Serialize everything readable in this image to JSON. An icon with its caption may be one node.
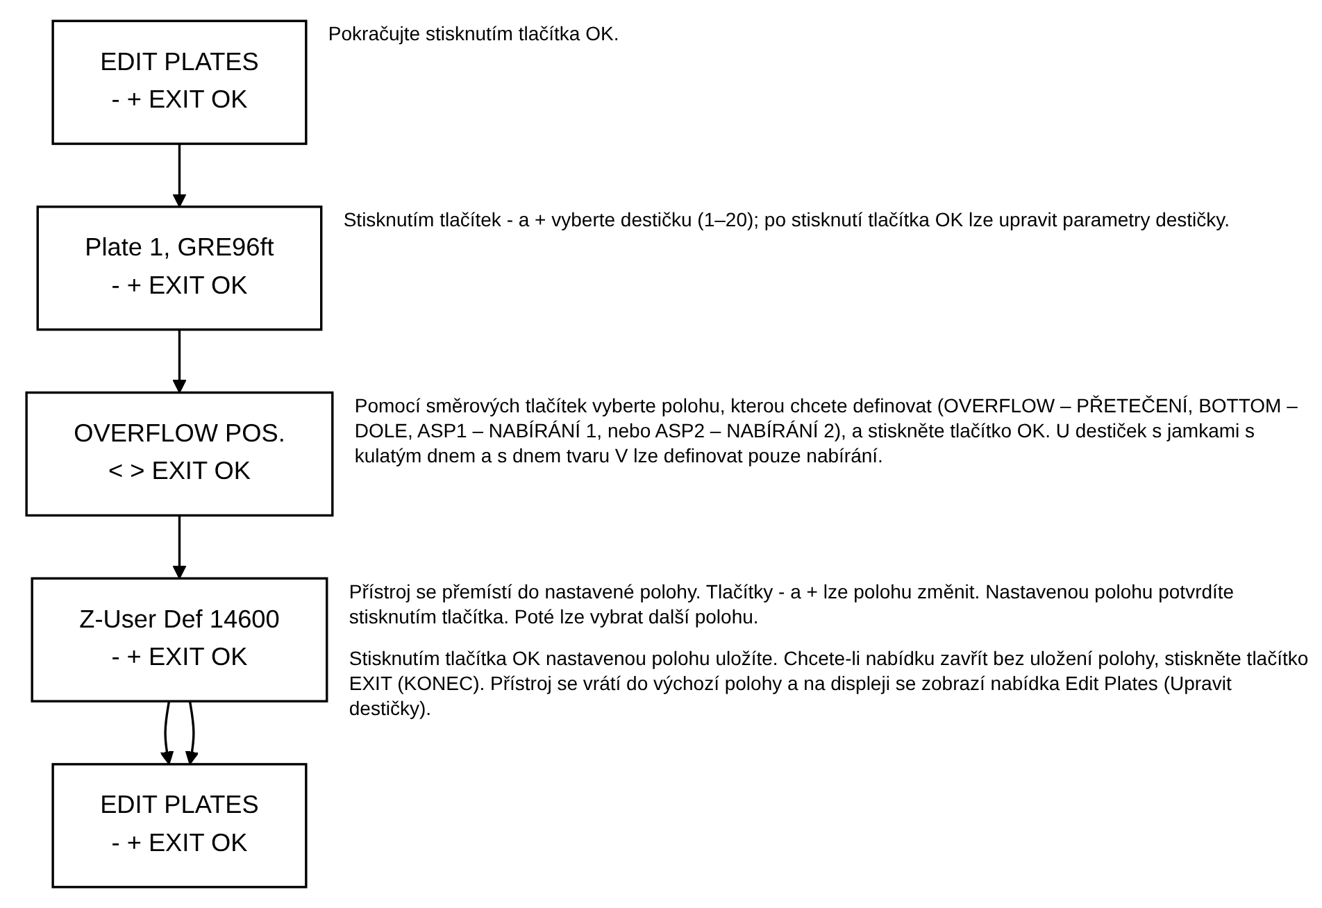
{
  "diagram": {
    "nodes": [
      {
        "text": [
          "EDIT PLATES",
          "- + EXIT OK"
        ],
        "beside": [
          "Pokračujte stisknutím tlačítka OK."
        ]
      },
      {
        "text": [
          "Plate 1, GRE96ft",
          "- + EXIT OK"
        ],
        "beside": [
          "Stisknutím tlačítek - a + vyberte destičku (1–20); po stisknutí tlačítka OK lze upravit parametry destičky."
        ]
      },
      {
        "text": [
          "OVERFLOW POS.",
          "< > EXIT OK"
        ],
        "beside": [
          "Pomocí směrových tlačítek vyberte polohu, kterou chcete definovat (OVERFLOW – PŘETEČENÍ, BOTTOM – DOLE, ASP1 – NABÍRÁNÍ 1, nebo ASP2 – NABÍRÁNÍ 2), a stiskněte tlačítko OK. U destiček s jamkami s kulatým dnem a s dnem tvaru V lze definovat pouze nabírání."
        ]
      },
      {
        "text": [
          "Z-User Def 14600",
          "- + EXIT OK"
        ],
        "beside": [
          "Přístroj se přemístí do nastavené polohy. Tlačítky - a + lze polohu změnit. Nastavenou polohu potvrdíte stisknutím tlačítka. Poté lze vybrat další polohu.",
          "Stisknutím tlačítka OK nastavenou polohu uložíte. Chcete-li nabídku zavřít bez uložení polohy, stiskněte tlačítko EXIT (KONEC). Přístroj se vrátí do výchozí polohy a na displeji se zobrazí nabídka Edit Plates (Upravit destičky)."
        ]
      },
      {
        "text": [
          "EDIT PLATES",
          "- + EXIT OK"
        ]
      }
    ],
    "edges": [
      {
        "from": 0,
        "to": 1,
        "arrow": "to"
      },
      {
        "from": 1,
        "to": 2,
        "arrow": "to"
      },
      {
        "from": 2,
        "to": 3,
        "arrow": "to"
      },
      {
        "from": 3,
        "to": 4,
        "arrow": "to"
      },
      {
        "from": 3,
        "to": 4,
        "arrow": "to"
      }
    ]
  }
}
